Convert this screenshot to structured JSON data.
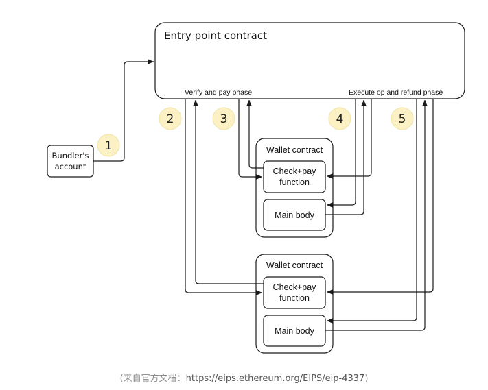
{
  "diagram": {
    "entry_point": {
      "title": "Entry point contract",
      "verify_label": "Verify and pay phase",
      "execute_label": "Execute op and refund phase"
    },
    "bundler": {
      "line1": "Bundler's",
      "line2": "account"
    },
    "wallets": [
      {
        "title": "Wallet contract",
        "check_line1": "Check+pay",
        "check_line2": "function",
        "main": "Main body"
      },
      {
        "title": "Wallet contract",
        "check_line1": "Check+pay",
        "check_line2": "function",
        "main": "Main body"
      }
    ],
    "steps": [
      "1",
      "2",
      "3",
      "4",
      "5"
    ]
  },
  "caption": {
    "prefix": "(来自官方文档：",
    "link_text": "https://eips.ethereum.org/EIPS/eip-4337",
    "suffix": ")"
  }
}
